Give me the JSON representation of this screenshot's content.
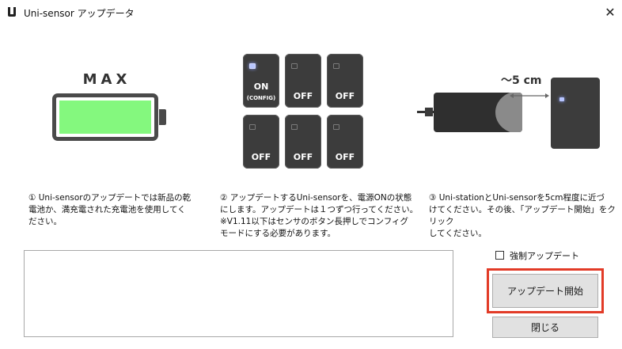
{
  "window": {
    "title": "Uni-sensor アップデータ",
    "close_glyph": "✕"
  },
  "illustration": {
    "battery_label": "MAX",
    "sensors": [
      {
        "line1": "ON",
        "line2": "(CONFIG)",
        "led": true
      },
      {
        "line1": "OFF",
        "line2": "",
        "led": false
      },
      {
        "line1": "OFF",
        "line2": "",
        "led": false
      },
      {
        "line1": "OFF",
        "line2": "",
        "led": false
      },
      {
        "line1": "OFF",
        "line2": "",
        "led": false
      },
      {
        "line1": "OFF",
        "line2": "",
        "led": false
      }
    ],
    "distance_label": "〜5 cm"
  },
  "instructions": {
    "step1": [
      "① Uni-sensorのアップデートでは新品の乾",
      "電池か、満充電された充電池を使用してく",
      "ださい。"
    ],
    "step2": [
      "② アップデートするUni-sensorを、電源ONの状態",
      "にします。アップデートは１つずつ行ってください。",
      "※V1.11以下はセンサのボタン長押しでコンフィグ",
      "モードにする必要があります。"
    ],
    "step3": [
      "③ Uni-stationとUni-sensorを5cm程度に近づ",
      "けてください。その後、「アップデート開始」をクリック",
      "してください。"
    ]
  },
  "log": {
    "text": ""
  },
  "force_update": {
    "label": "強制アップデート",
    "checked": false
  },
  "buttons": {
    "start_label": "アップデート開始",
    "close_label": "閉じる"
  },
  "colors": {
    "battery_fill": "#84f87e",
    "highlight": "#e23b27"
  }
}
